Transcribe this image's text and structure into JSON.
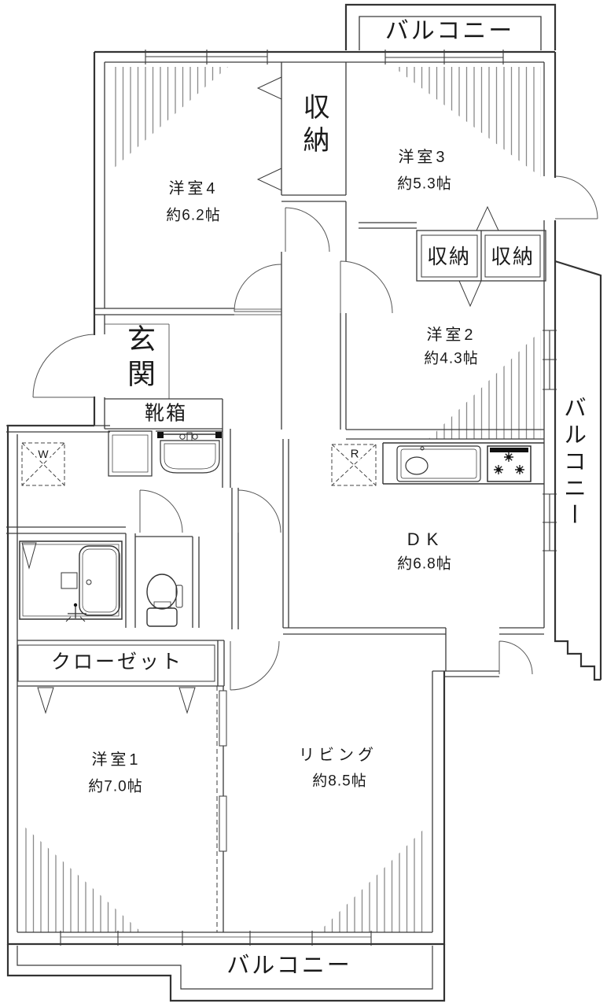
{
  "plan": {
    "balcony_top": "バルコニー",
    "balcony_right": "バルコニー",
    "balcony_bottom": "バルコニー",
    "rooms": {
      "room4": {
        "name": "洋室4",
        "size": "約6.2帖"
      },
      "room3": {
        "name": "洋室3",
        "size": "約5.3帖"
      },
      "room2": {
        "name": "洋室2",
        "size": "約4.3帖"
      },
      "room1": {
        "name": "洋室1",
        "size": "約7.0帖"
      },
      "living": {
        "name": "リビング",
        "size": "約8.5帖"
      },
      "dk": {
        "name": "DK",
        "size": "約6.8帖"
      }
    },
    "storages": {
      "hall": "収納",
      "left": "収納",
      "right": "収納"
    },
    "entrance": "玄関",
    "shoe_box": "靴箱",
    "closet": "クローゼット",
    "washer_mark": "W",
    "fridge_mark": "R"
  }
}
